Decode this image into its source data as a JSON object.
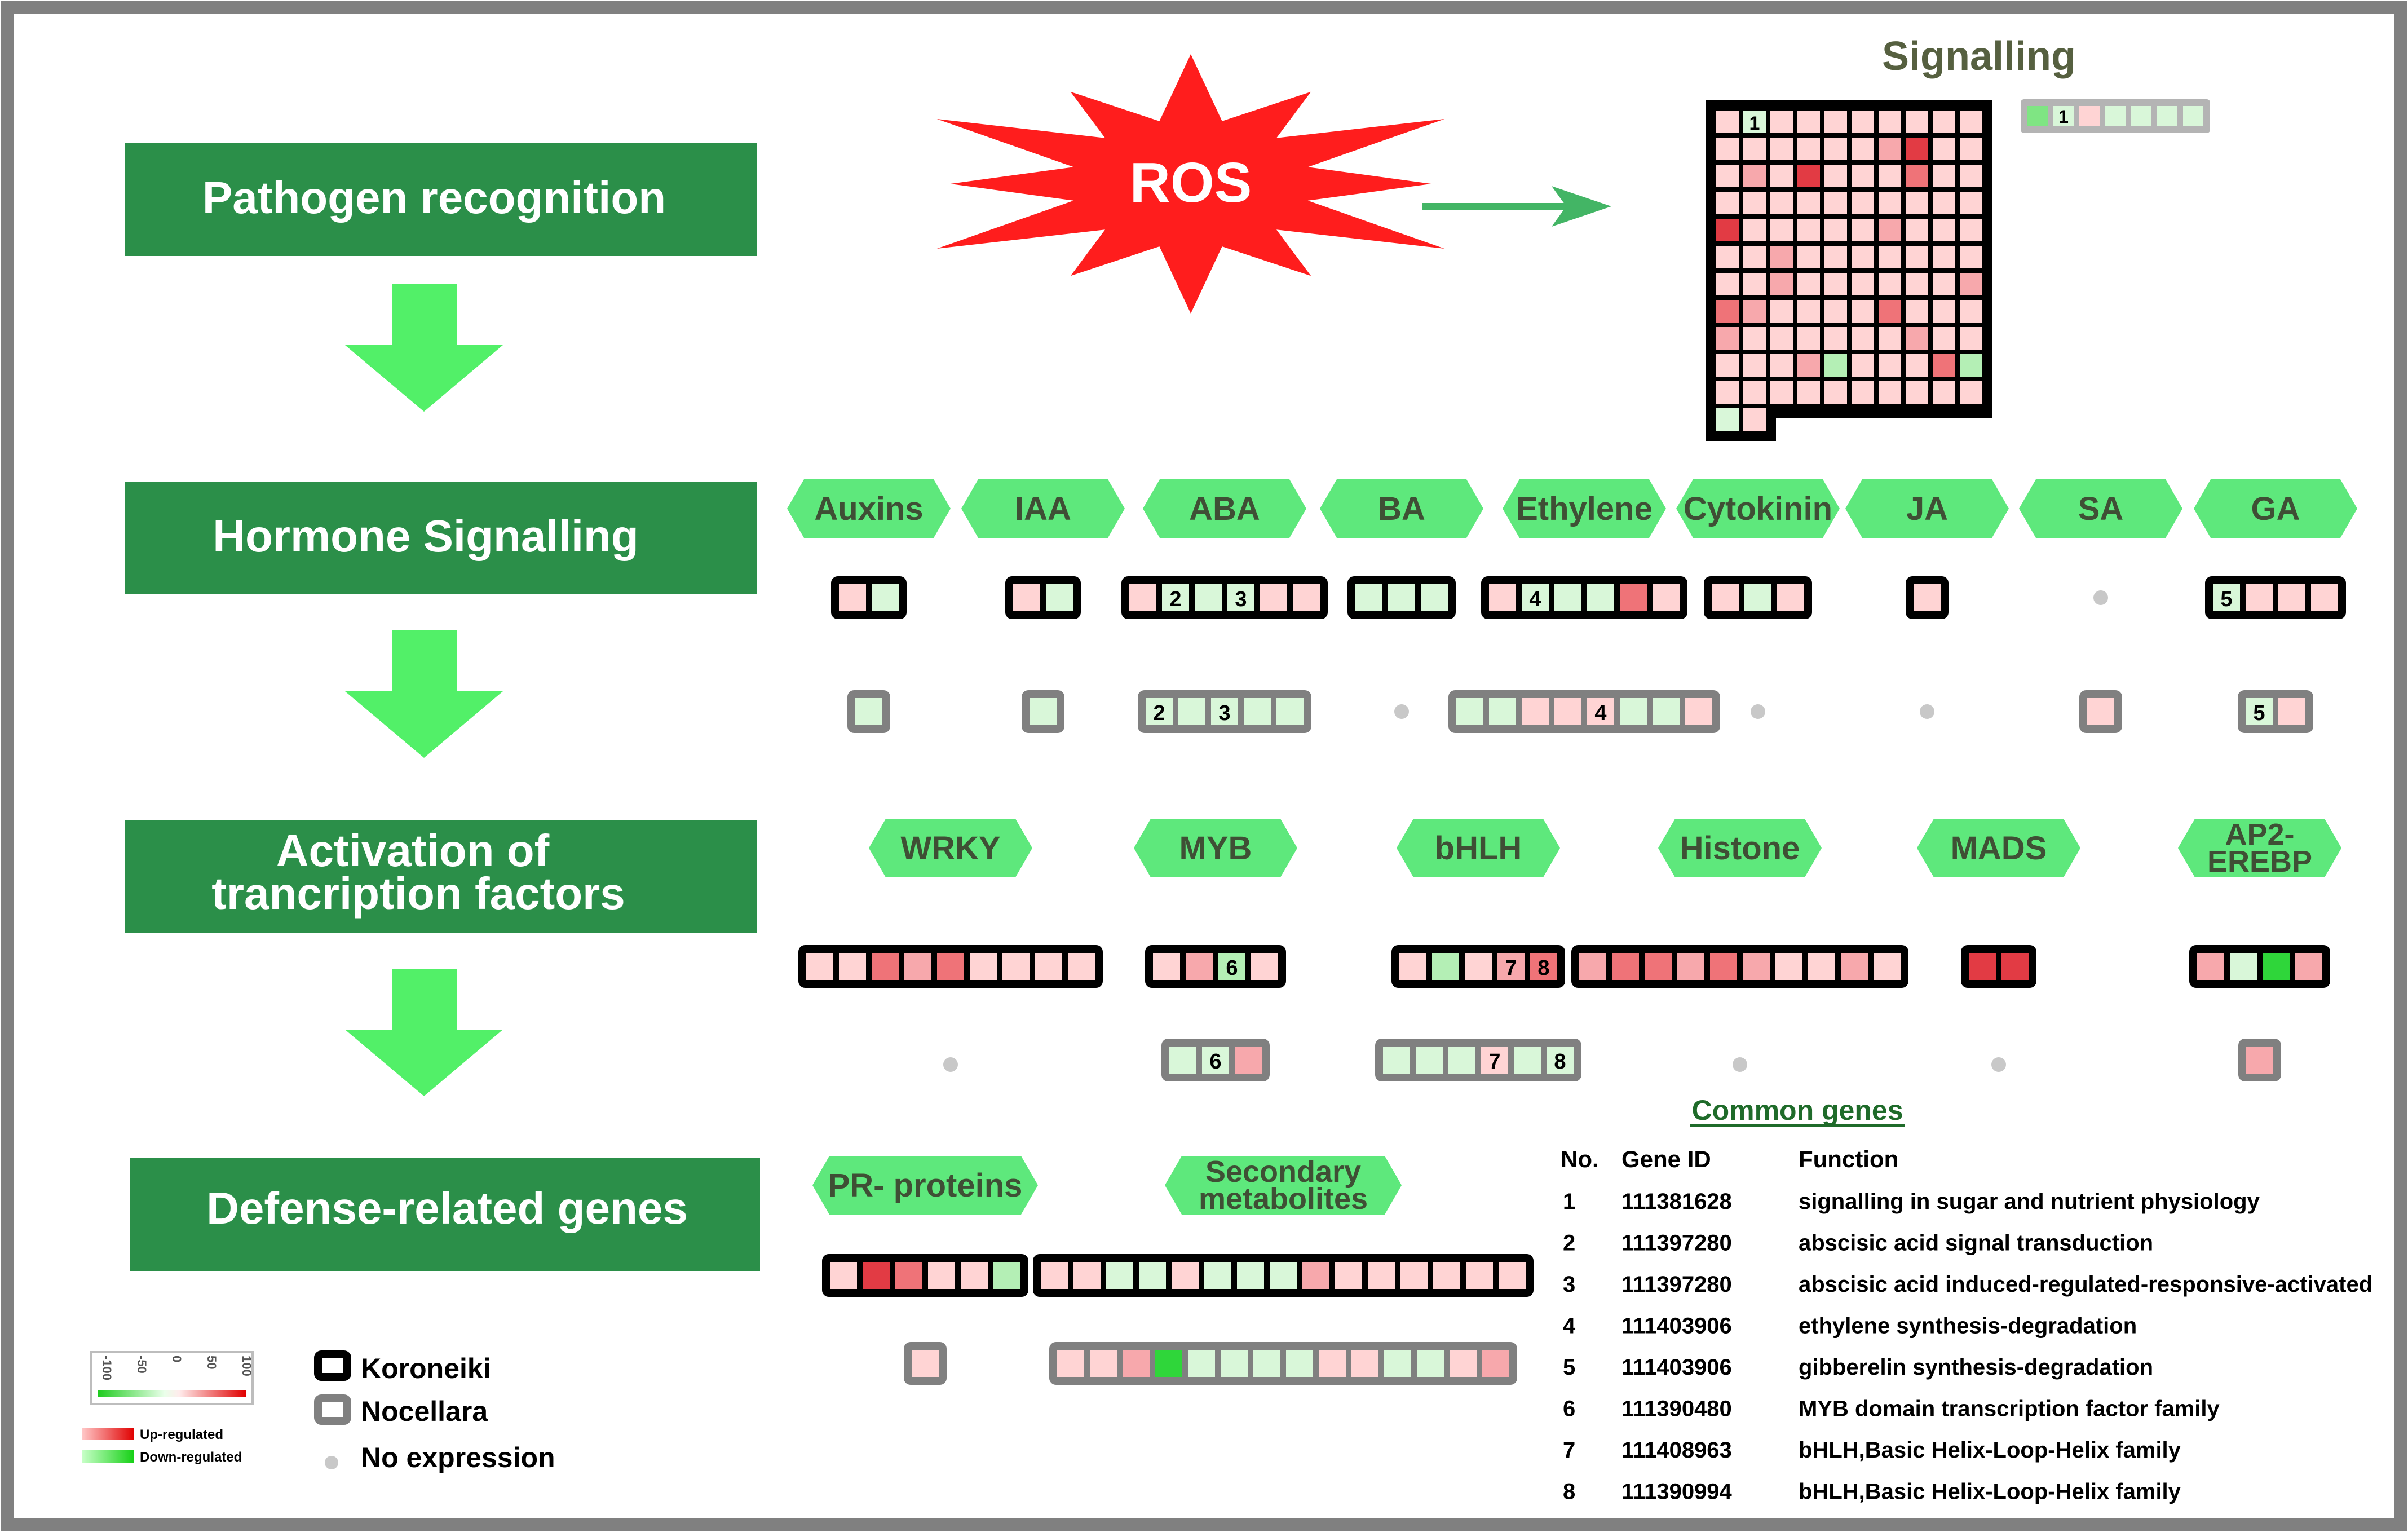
{
  "colors": {
    "stage_box": "#2b8f49",
    "stage_text": "#ffffff",
    "arrow": "#52f068",
    "hex": "#5ee87c",
    "hex_text": "#3f4f35",
    "ros": "#ff1d1d",
    "signalling_title": "#566040",
    "common_title": "#1f6b2a",
    "frame": "#808080",
    "koroneiki": "#000000",
    "nocellara": "#808080",
    "no_expression": "#c8c8c8",
    "cell_palette": {
      "r1": "#ffd4d4",
      "r2": "#f7a8ac",
      "r3": "#ef7378",
      "r4": "#e23b44",
      "g1": "#d9f7d9",
      "g2": "#b4efb5",
      "g3": "#7fe583",
      "g4": "#2fd63a"
    }
  },
  "stages": [
    {
      "label": "Pathogen recognition"
    },
    {
      "label": "Hormone Signalling"
    },
    {
      "label": "Activation of trancription factors",
      "lines": [
        "Activation of",
        "trancription factors"
      ]
    },
    {
      "label": "Defense-related genes"
    }
  ],
  "ros": {
    "label": "ROS"
  },
  "signalling": {
    "title": "Signalling",
    "label_cell": "1",
    "grid_rows": [
      [
        "r1",
        "g1",
        "r1",
        "r1",
        "r1",
        "r1",
        "r1",
        "r1",
        "r1",
        "r1"
      ],
      [
        "r1",
        "r1",
        "r1",
        "r1",
        "r1",
        "r1",
        "r2",
        "r4",
        "r1",
        "r1"
      ],
      [
        "r1",
        "r2",
        "r1",
        "r4",
        "r1",
        "r1",
        "r1",
        "r3",
        "r1",
        "r1"
      ],
      [
        "r1",
        "r1",
        "r1",
        "r1",
        "r1",
        "r1",
        "r1",
        "r1",
        "r1",
        "r1"
      ],
      [
        "r4",
        "r1",
        "r1",
        "r1",
        "r1",
        "r1",
        "r2",
        "r1",
        "r1",
        "r1"
      ],
      [
        "r1",
        "r1",
        "r2",
        "r1",
        "r1",
        "r1",
        "r1",
        "r1",
        "r1",
        "r1"
      ],
      [
        "r1",
        "r1",
        "r2",
        "r1",
        "r1",
        "r1",
        "r1",
        "r1",
        "r1",
        "r2"
      ],
      [
        "r3",
        "r2",
        "r1",
        "r1",
        "r1",
        "r1",
        "r3",
        "r1",
        "r1",
        "r1"
      ],
      [
        "r2",
        "r1",
        "r1",
        "r1",
        "r1",
        "r1",
        "r1",
        "r2",
        "r1",
        "r1"
      ],
      [
        "r1",
        "r1",
        "r1",
        "r2",
        "g2",
        "r1",
        "r1",
        "r1",
        "r3",
        "g2"
      ],
      [
        "r1",
        "r1",
        "r1",
        "r1",
        "r1",
        "r1",
        "r1",
        "r1",
        "r1",
        "r1"
      ],
      [
        "g1",
        "r1"
      ]
    ],
    "nocellara_strip": [
      "g3",
      "g1",
      "r1",
      "g1",
      "g1",
      "g1",
      "g1"
    ]
  },
  "hormones": [
    {
      "label": "Auxins",
      "koroneiki": [
        "r1",
        "g1"
      ],
      "nocellara": [
        "g1"
      ]
    },
    {
      "label": "IAA",
      "koroneiki": [
        "r1",
        "g1"
      ],
      "nocellara": [
        "g1"
      ]
    },
    {
      "label": "ABA",
      "koroneiki": [
        "r1",
        "g1",
        "g1",
        "g1",
        "r1",
        "r1"
      ],
      "k_labels": [
        "",
        "2",
        "",
        "3",
        "",
        ""
      ],
      "nocellara": [
        "g1",
        "g1",
        "g1",
        "g1",
        "g1"
      ],
      "n_labels": [
        "2",
        "",
        "3",
        "",
        ""
      ]
    },
    {
      "label": "BA",
      "koroneiki": [
        "g1",
        "g1",
        "g1"
      ],
      "nocellara": []
    },
    {
      "label": "Ethylene",
      "koroneiki": [
        "r1",
        "g1",
        "g1",
        "g1",
        "r3",
        "r1"
      ],
      "k_labels": [
        "",
        "4",
        "",
        "",
        "",
        ""
      ],
      "nocellara": [
        "g1",
        "g1",
        "r1",
        "r1",
        "r1",
        "g1",
        "g1",
        "r1"
      ],
      "n_labels": [
        "",
        "",
        "",
        "",
        "4",
        "",
        "",
        ""
      ]
    },
    {
      "label": "Cytokinin",
      "koroneiki": [
        "r1",
        "g1",
        "r1"
      ],
      "nocellara": []
    },
    {
      "label": "JA",
      "koroneiki": [
        "r1"
      ],
      "nocellara": []
    },
    {
      "label": "SA",
      "koroneiki": [],
      "nocellara": [
        "r1"
      ]
    },
    {
      "label": "GA",
      "koroneiki": [
        "g1",
        "r1",
        "r1",
        "r1"
      ],
      "k_labels": [
        "5",
        "",
        "",
        ""
      ],
      "nocellara": [
        "g1",
        "r1"
      ],
      "n_labels": [
        "5",
        ""
      ]
    }
  ],
  "tfs": [
    {
      "label": "WRKY",
      "koroneiki": [
        "r1",
        "r1",
        "r3",
        "r2",
        "r3",
        "r1",
        "r1",
        "r1",
        "r1"
      ],
      "nocellara": []
    },
    {
      "label": "MYB",
      "koroneiki": [
        "r1",
        "r2",
        "g2",
        "r1"
      ],
      "k_labels": [
        "",
        "",
        "6",
        ""
      ],
      "nocellara": [
        "g1",
        "g1",
        "r2"
      ],
      "n_labels": [
        "",
        "6",
        ""
      ]
    },
    {
      "label": "bHLH",
      "koroneiki": [
        "r1",
        "g2",
        "r1",
        "r2",
        "r3"
      ],
      "k_labels": [
        "",
        "",
        "",
        "7",
        "8"
      ],
      "nocellara": [
        "g1",
        "g1",
        "g1",
        "r1",
        "g1",
        "g1"
      ],
      "n_labels": [
        "",
        "",
        "",
        "7",
        "",
        "8"
      ]
    },
    {
      "label": "Histone",
      "koroneiki": [
        "r2",
        "r3",
        "r3",
        "r2",
        "r3",
        "r2",
        "r1",
        "r1",
        "r2",
        "r1"
      ],
      "nocellara": []
    },
    {
      "label": "MADS",
      "koroneiki": [
        "r4",
        "r4"
      ],
      "nocellara": []
    },
    {
      "label": "AP2-EREBP",
      "lines": [
        "AP2-",
        "EREBP"
      ],
      "koroneiki": [
        "r2",
        "g1",
        "g4",
        "r2"
      ],
      "nocellara": [
        "r2"
      ]
    }
  ],
  "defense": [
    {
      "label": "PR- proteins",
      "koroneiki": [
        "r1",
        "r4",
        "r3",
        "r1",
        "r1",
        "g2"
      ],
      "nocellara": [
        "r1"
      ]
    },
    {
      "label": "Secondary metabolites",
      "lines": [
        "Secondary",
        "metabolites"
      ],
      "koroneiki": [
        "r1",
        "r1",
        "g1",
        "g1",
        "r1",
        "g1",
        "g1",
        "g1",
        "r2",
        "r1",
        "r1",
        "r1",
        "r1",
        "r1",
        "r1"
      ],
      "nocellara": [
        "r1",
        "r1",
        "r2",
        "g4",
        "g1",
        "g1",
        "g1",
        "g1",
        "r1",
        "r1",
        "g1",
        "g1",
        "r1",
        "r2"
      ]
    }
  ],
  "legend": {
    "scale_ticks": [
      "-100",
      "-50",
      "0",
      "50",
      "100"
    ],
    "up": "Up-regulated",
    "down": "Down-regulated",
    "koroneiki": "Koroneiki",
    "nocellara": "Nocellara",
    "no_expression": "No expression"
  },
  "common_genes": {
    "title": "Common genes",
    "headers": [
      "No.",
      "Gene ID",
      "Function"
    ],
    "rows": [
      [
        "1",
        "111381628",
        "signalling in sugar and nutrient physiology"
      ],
      [
        "2",
        "111397280",
        "abscisic acid signal transduction"
      ],
      [
        "3",
        "111397280",
        "abscisic acid induced-regulated-responsive-activated"
      ],
      [
        "4",
        "111403906",
        "ethylene synthesis-degradation"
      ],
      [
        "5",
        "111403906",
        "gibberelin synthesis-degradation"
      ],
      [
        "6",
        "111390480",
        "MYB domain transcription factor family"
      ],
      [
        "7",
        "111408963",
        "bHLH,Basic Helix-Loop-Helix family"
      ],
      [
        "8",
        "111390994",
        "bHLH,Basic Helix-Loop-Helix family"
      ]
    ]
  }
}
